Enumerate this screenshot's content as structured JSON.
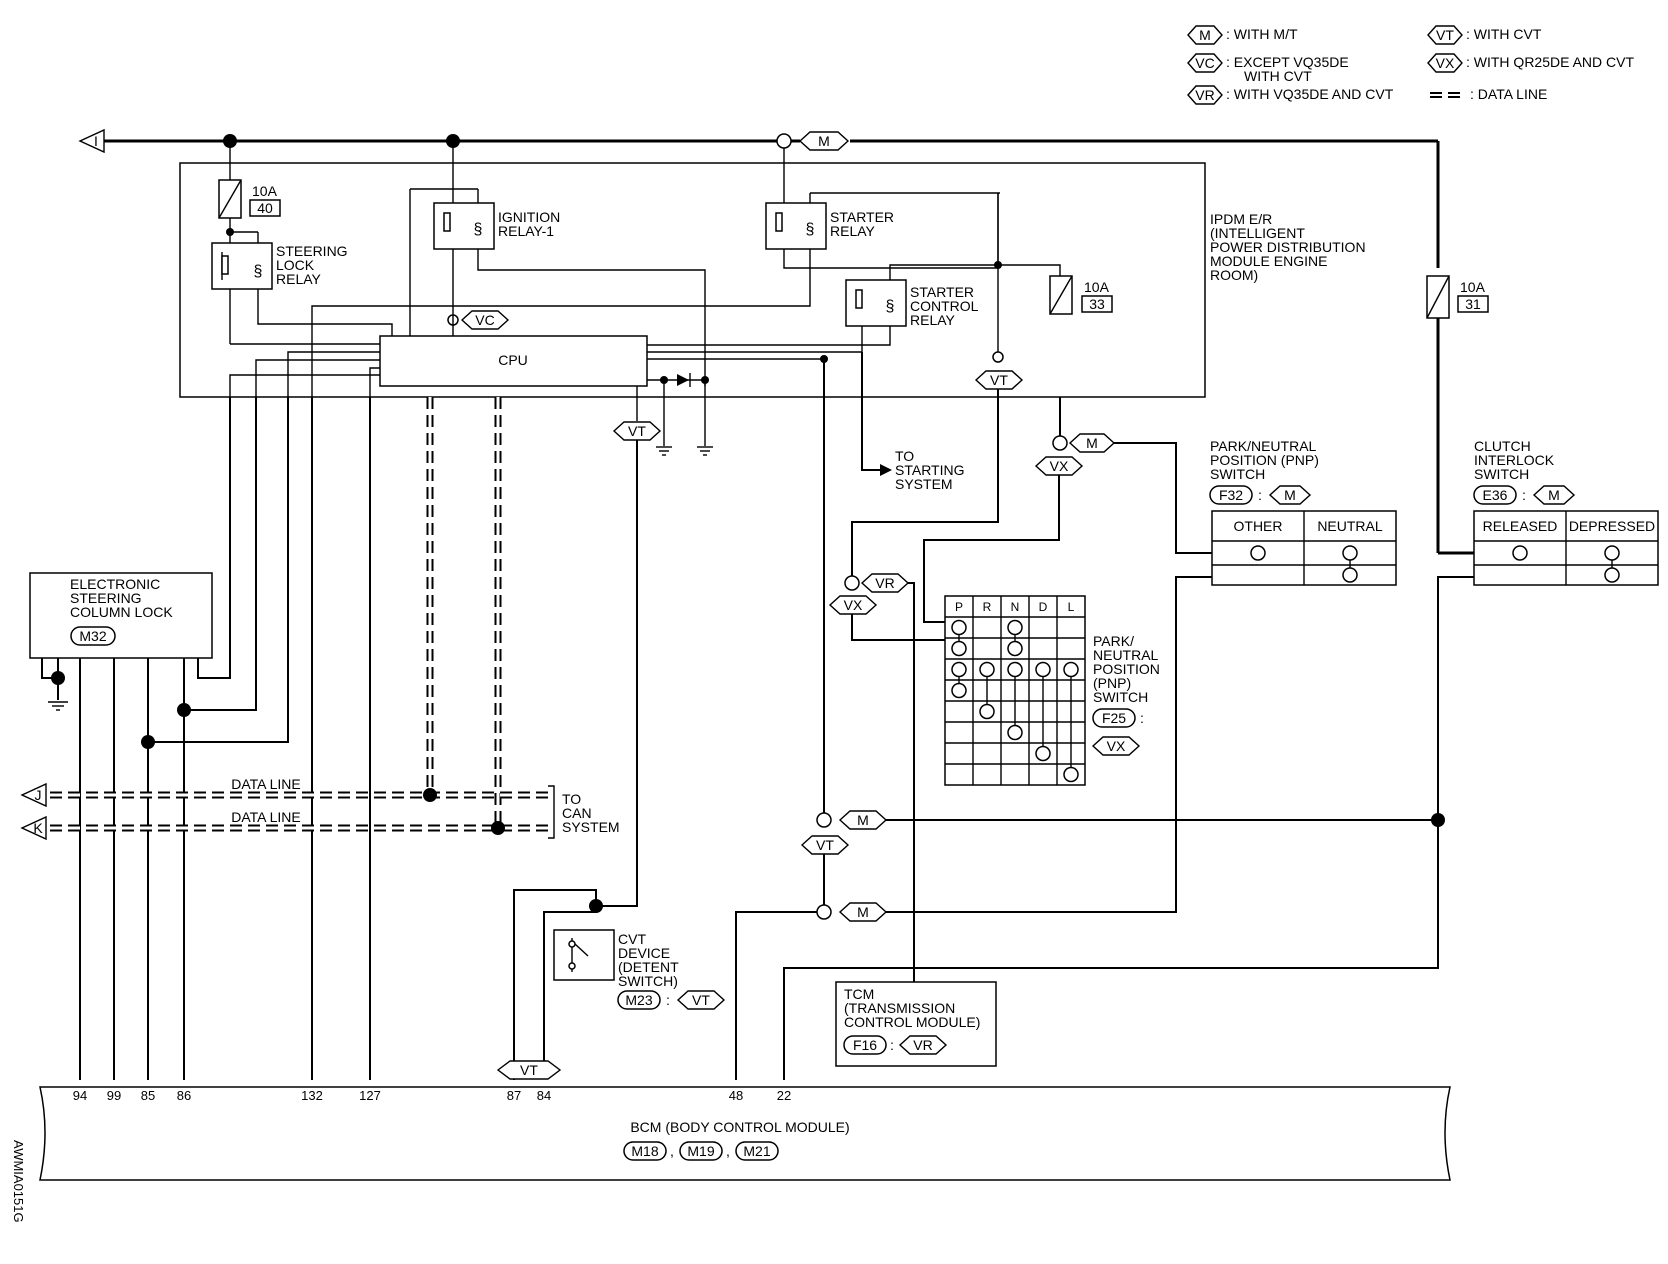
{
  "legend": {
    "items": [
      {
        "code": "M",
        "text": ": WITH M/T"
      },
      {
        "code": "VC",
        "text": ": EXCEPT VQ35DE",
        "text2": "WITH CVT"
      },
      {
        "code": "VR",
        "text": ": WITH VQ35DE AND CVT"
      },
      {
        "code": "VT",
        "text": ": WITH CVT"
      },
      {
        "code": "VX",
        "text": ": WITH QR25DE AND CVT"
      }
    ],
    "data_line": ": DATA LINE"
  },
  "connectors": {
    "I": "I",
    "J": "J",
    "K": "K"
  },
  "ipdm": {
    "title": [
      "IPDM E/R",
      "(INTELLIGENT",
      "POWER DISTRIBUTION",
      "MODULE ENGINE",
      "ROOM)"
    ],
    "cpu": "CPU",
    "fuse40": {
      "amp": "10A",
      "num": "40"
    },
    "fuse33": {
      "amp": "10A",
      "num": "33"
    },
    "steering_lock_relay": [
      "STEERING",
      "LOCK",
      "RELAY"
    ],
    "ignition_relay": [
      "IGNITION",
      "RELAY-1"
    ],
    "starter_relay": [
      "STARTER",
      "RELAY"
    ],
    "starter_control_relay": [
      "STARTER",
      "CONTROL",
      "RELAY"
    ]
  },
  "fuse31": {
    "amp": "10A",
    "num": "31"
  },
  "to_starting": [
    "TO",
    "STARTING",
    "SYSTEM"
  ],
  "to_can": [
    "TO",
    "CAN",
    "SYSTEM"
  ],
  "data_line_label": "DATA LINE",
  "escl": {
    "title": [
      "ELECTRONIC",
      "STEERING",
      "COLUMN LOCK"
    ],
    "connector": "M32"
  },
  "pnp_mt": {
    "title": [
      "PARK/NEUTRAL",
      "POSITION (PNP)",
      "SWITCH"
    ],
    "connector": "F32",
    "tag": "M",
    "cols": [
      "OTHER",
      "NEUTRAL"
    ]
  },
  "clutch": {
    "title": [
      "CLUTCH",
      "INTERLOCK",
      "SWITCH"
    ],
    "connector": "E36",
    "tag": "M",
    "cols": [
      "RELEASED",
      "DEPRESSED"
    ]
  },
  "pnp_cvt": {
    "title": [
      "PARK/",
      "NEUTRAL",
      "POSITION",
      "(PNP)",
      "SWITCH"
    ],
    "connector": "F25",
    "tag": "VX",
    "cols": [
      "P",
      "R",
      "N",
      "D",
      "L"
    ]
  },
  "cvt_device": {
    "title": [
      "CVT",
      "DEVICE",
      "(DETENT",
      "SWITCH)"
    ],
    "connector": "M23",
    "tag": "VT"
  },
  "tcm": {
    "title": [
      "TCM",
      "(TRANSMISSION",
      "CONTROL MODULE)"
    ],
    "connector": "F16",
    "tag": "VR"
  },
  "bcm": {
    "title": "BCM (BODY CONTROL MODULE)",
    "connectors": [
      "M18",
      "M19",
      "M21"
    ],
    "pins": [
      "94",
      "99",
      "85",
      "86",
      "132",
      "127",
      "87",
      "84",
      "48",
      "22"
    ]
  },
  "tags": {
    "M": "M",
    "VC": "VC",
    "VT": "VT",
    "VX": "VX",
    "VR": "VR"
  },
  "sep": ",",
  "colon": ":",
  "figure_id": "AWMIA0151G"
}
